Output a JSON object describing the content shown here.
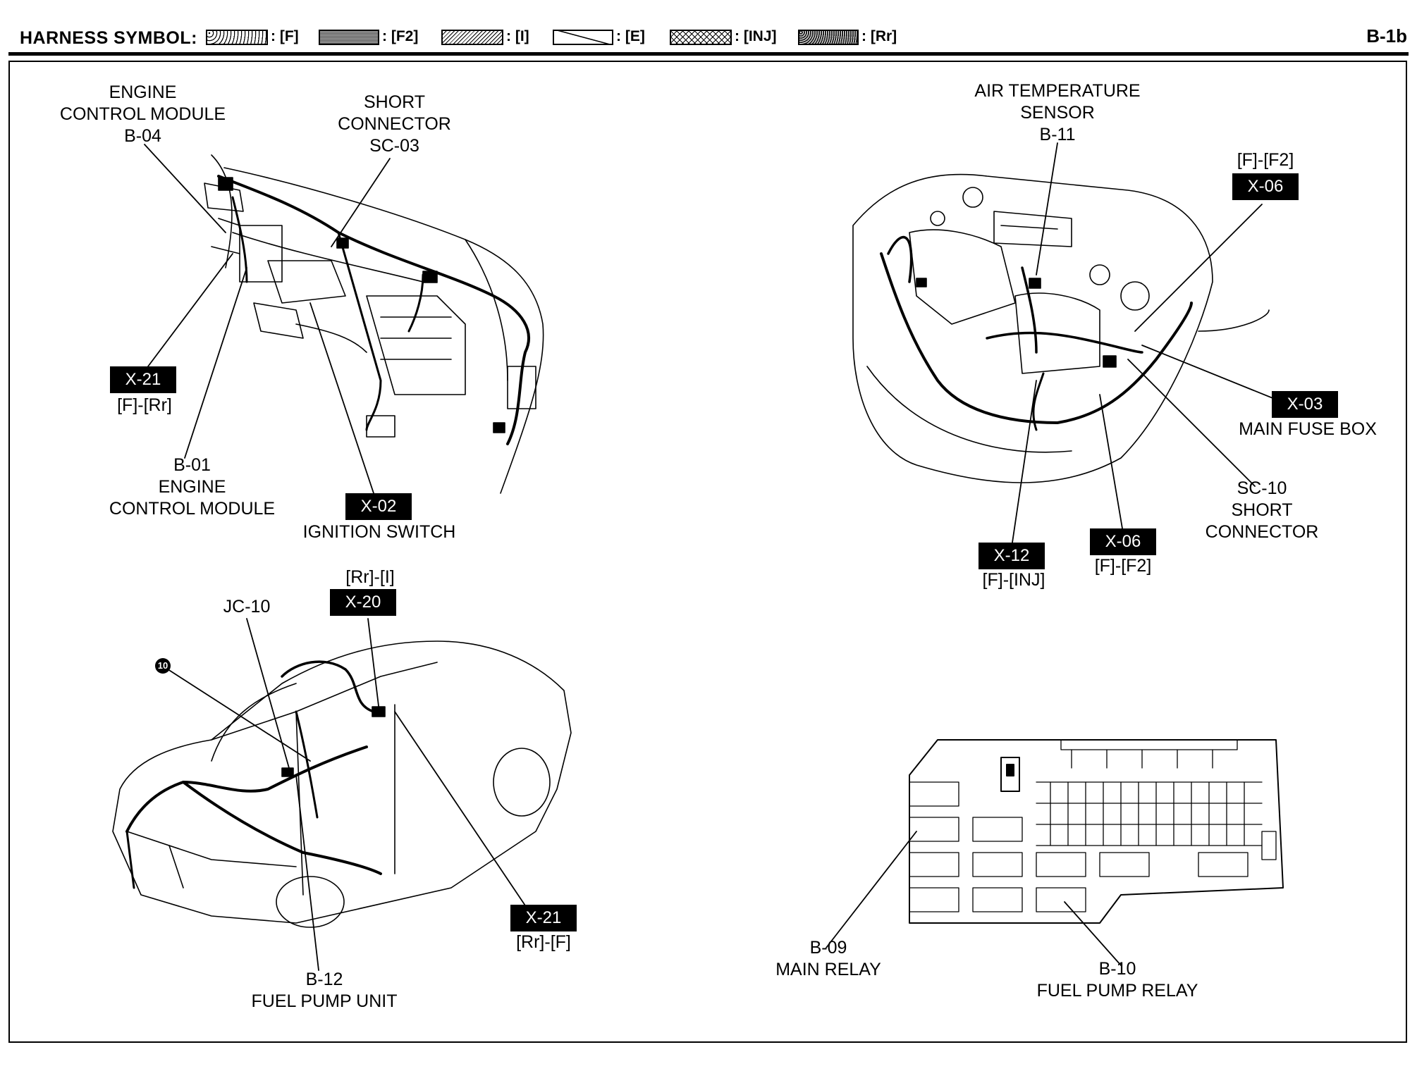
{
  "header": {
    "title": "HARNESS SYMBOL:",
    "page_id": "B-1b",
    "symbols": [
      {
        "code": ": [F]",
        "pattern": "dotted"
      },
      {
        "code": ": [F2]",
        "pattern": "dense"
      },
      {
        "code": ": [I]",
        "pattern": "hatch"
      },
      {
        "code": ": [E]",
        "pattern": "diagonal"
      },
      {
        "code": ": [INJ]",
        "pattern": "crosshatch"
      },
      {
        "code": ": [Rr]",
        "pattern": "dark"
      }
    ]
  },
  "dashboard": {
    "ecm_b04": "ENGINE\nCONTROL MODULE\nB-04",
    "short_sc03": "SHORT\nCONNECTOR\nSC-03",
    "x21_box": "X-21",
    "x21_code": "[F]-[Rr]",
    "ecm_b01": "B-01\nENGINE\nCONTROL MODULE",
    "x02_box": "X-02",
    "ignition": "IGNITION SWITCH"
  },
  "engine_bay": {
    "air_temp": "AIR TEMPERATURE\nSENSOR\nB-11",
    "x06_top_code": "[F]-[F2]",
    "x06_top_box": "X-06",
    "x03_box": "X-03",
    "main_fuse": "MAIN FUSE BOX",
    "sc10": "SC-10\nSHORT\nCONNECTOR",
    "x12_box": "X-12",
    "x12_code": "[F]-[INJ]",
    "x06_bot_box": "X-06",
    "x06_bot_code": "[F]-[F2]"
  },
  "rear_car": {
    "x20_code": "[Rr]-[I]",
    "x20_box": "X-20",
    "jc10": "JC-10",
    "ground_badge": "10",
    "x21_box": "X-21",
    "x21_code": "[Rr]-[F]",
    "b12": "B-12\nFUEL PUMP UNIT"
  },
  "relay_box": {
    "b09": "B-09\nMAIN RELAY",
    "b10": "B-10\nFUEL PUMP RELAY"
  }
}
